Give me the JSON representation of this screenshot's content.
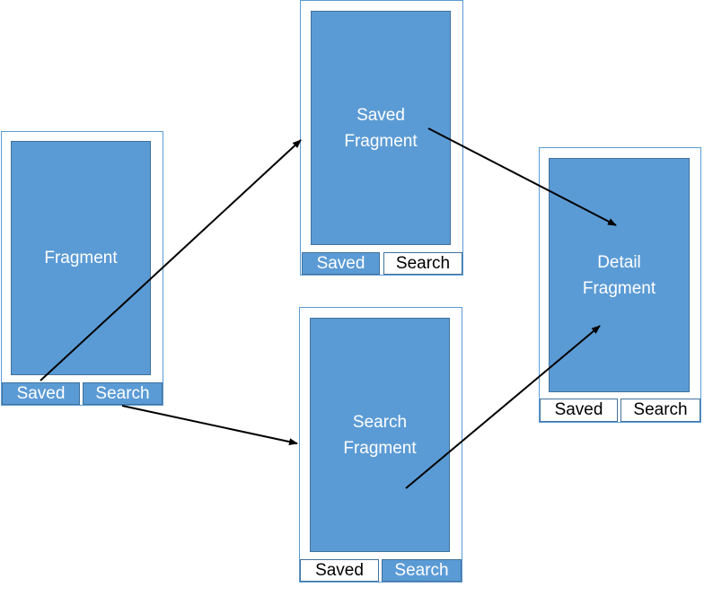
{
  "screens": {
    "start": {
      "fragment": "Fragment",
      "tab_saved": "Saved",
      "tab_search": "Search"
    },
    "saved": {
      "fragment": "Saved\nFragment",
      "tab_saved": "Saved",
      "tab_search": "Search"
    },
    "search": {
      "fragment": "Search\nFragment",
      "tab_saved": "Saved",
      "tab_search": "Search"
    },
    "detail": {
      "fragment": "Detail\nFragment",
      "tab_saved": "Saved",
      "tab_search": "Search"
    }
  },
  "colors": {
    "fill": "#5b9bd5",
    "border": "#41719c",
    "arrow": "#000000"
  }
}
